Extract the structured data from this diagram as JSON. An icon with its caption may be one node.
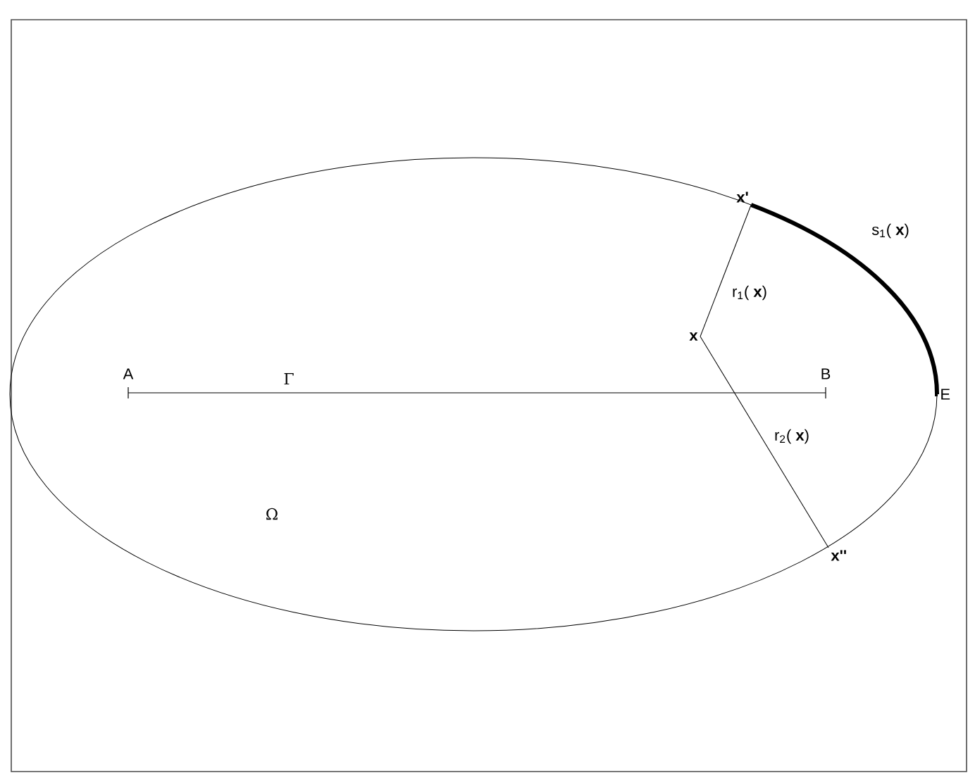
{
  "diagram": {
    "nodes": [
      {
        "text": [
          "x"
        ]
      },
      {
        "text": [
          "x'"
        ]
      },
      {
        "text": [
          "x''"
        ]
      },
      {
        "text": [
          "A"
        ]
      },
      {
        "text": [
          "B"
        ]
      },
      {
        "text": [
          "E"
        ]
      }
    ],
    "edges": [
      {
        "from": 0,
        "to": 1,
        "arrow": "none",
        "label": "r$_{1}$( **x**)"
      },
      {
        "from": 0,
        "to": 2,
        "arrow": "none",
        "label": "r$_{2}$( **x**)"
      },
      {
        "from": 3,
        "to": 4,
        "arrow": "none",
        "label": "Γ"
      },
      {
        "from": 1,
        "to": 5,
        "arrow": "none",
        "style": "thick",
        "label": "s$_{1}$( **x**)"
      }
    ],
    "labels": [
      "Ω"
    ]
  }
}
